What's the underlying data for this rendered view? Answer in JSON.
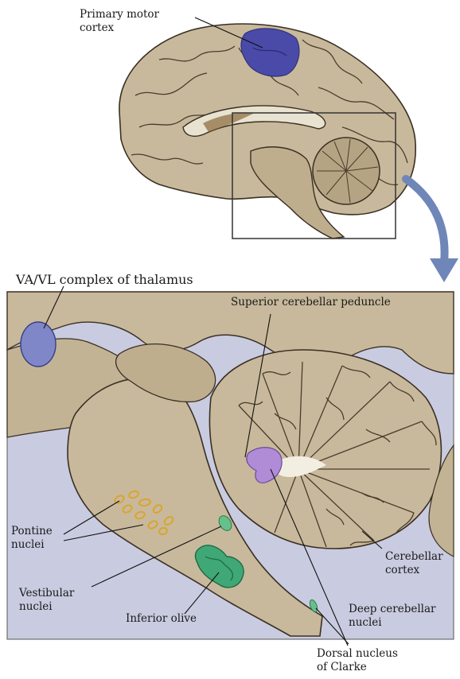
{
  "colors": {
    "tissue": "#c8b99c",
    "tissue_dark": "#a89a7c",
    "outline": "#3a2f22",
    "motor_cortex": "#4a4aa8",
    "thalamus": "#7f87c8",
    "pontine": "#d9a52e",
    "vestibular": "#66c08a",
    "olive": "#3fa876",
    "deep_nuclei": "#b08cd6",
    "csf": "#c9cbe0",
    "arrow": "#6f86b8"
  },
  "labels": {
    "primary_motor_cortex": "Primary motor\ncortex",
    "va_vl_thalamus": "VA/VL complex of thalamus",
    "superior_cerebellar_peduncle": "Superior cerebellar peduncle",
    "pontine_nuclei": "Pontine\nnuclei",
    "cerebellar_cortex": "Cerebellar\ncortex",
    "vestibular_nuclei": "Vestibular\nnuclei",
    "inferior_olive": "Inferior olive",
    "deep_cerebellar_nuclei": "Deep cerebellar\nnuclei",
    "dorsal_nucleus_of_clarke": "Dorsal nucleus\nof Clarke"
  }
}
